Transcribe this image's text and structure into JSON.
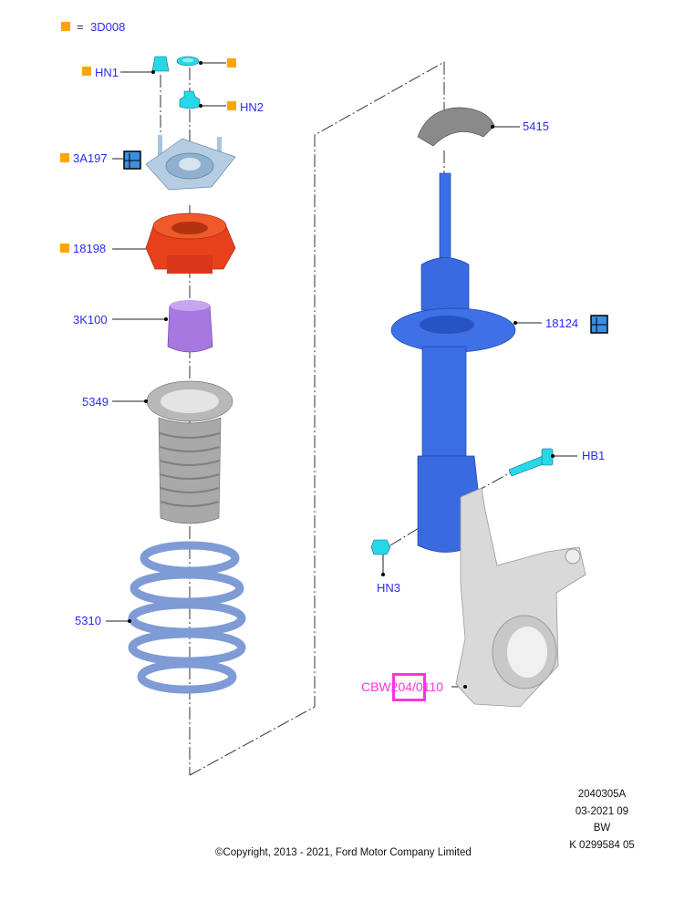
{
  "legend": {
    "symbol": "orange-square",
    "equals": "=",
    "code": "3D008"
  },
  "callouts": {
    "hn1": "HN1",
    "hn2": "HN2",
    "a3a197": "3A197",
    "p18198": "18198",
    "p3k100": "3K100",
    "p5349": "5349",
    "p5310": "5310",
    "p5415": "5415",
    "p18124": "18124",
    "hb1": "HB1",
    "hn3": "HN3"
  },
  "reference": {
    "prefix": "CBW",
    "boxed": "204",
    "suffix": "/0110"
  },
  "footer": {
    "lines": [
      "2040305A",
      "03-2021 09",
      "BW",
      "K 0299584 05"
    ]
  },
  "copyright": "©Copyright, 2013 - 2021, Ford Motor Company Limited",
  "colors": {
    "label": "#2b2bff",
    "marker": "#ffa500",
    "reference": "#ff33dd"
  }
}
